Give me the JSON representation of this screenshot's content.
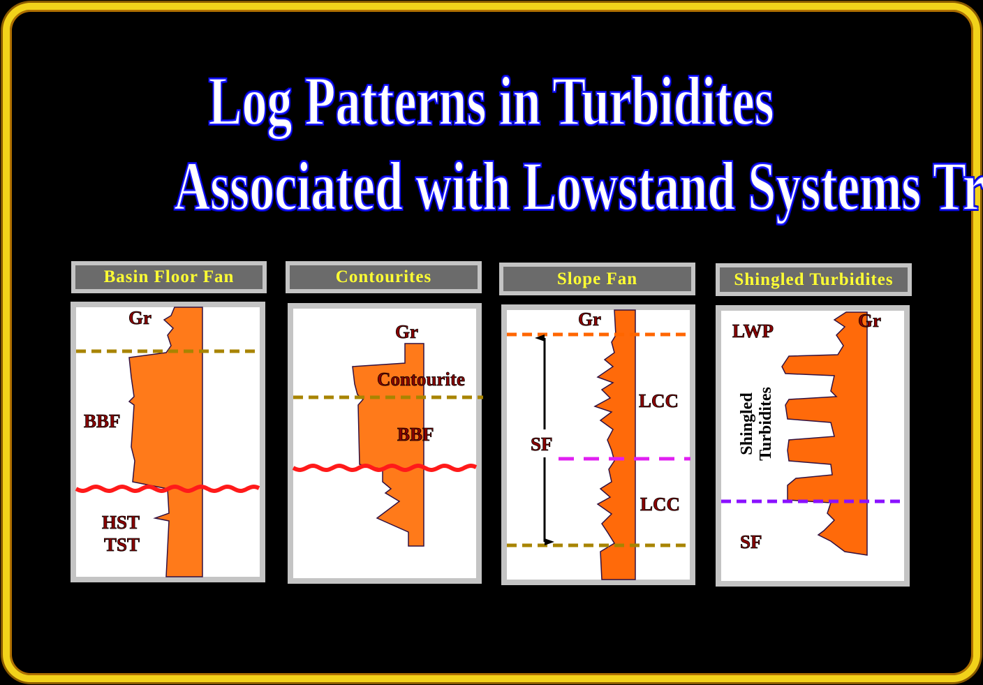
{
  "title": {
    "line1": "Log Patterns in Turbidites",
    "line2": "Associated with Lowstand Systems Tracts"
  },
  "colors": {
    "frame": "#f2d21a",
    "log_fill": "#ff7a1a",
    "sequence_boundary": "#ff1a1a",
    "olive_dash": "#a88400",
    "orange_dash": "#ff6600",
    "magenta_dash": "#e020f0",
    "purple_dash": "#8a10ff",
    "label": "#8b0000",
    "header_text": "#ffff33"
  },
  "panels": [
    {
      "header": "Basin Floor Fan",
      "labels": {
        "gr": "Gr",
        "bbf": "BBF",
        "hst": "HST",
        "tst": "TST"
      }
    },
    {
      "header": "Contourites",
      "labels": {
        "gr": "Gr",
        "contourite": "Contourite",
        "bbf": "BBF"
      }
    },
    {
      "header": "Slope Fan",
      "labels": {
        "gr": "Gr",
        "lcc1": "LCC",
        "lcc2": "LCC",
        "sf": "SF"
      }
    },
    {
      "header": "Shingled Turbidites",
      "labels": {
        "lwp": "LWP",
        "gr": "Gr",
        "shingled": "Shingled",
        "turbidites": "Turbidites",
        "sf": "SF"
      }
    }
  ]
}
